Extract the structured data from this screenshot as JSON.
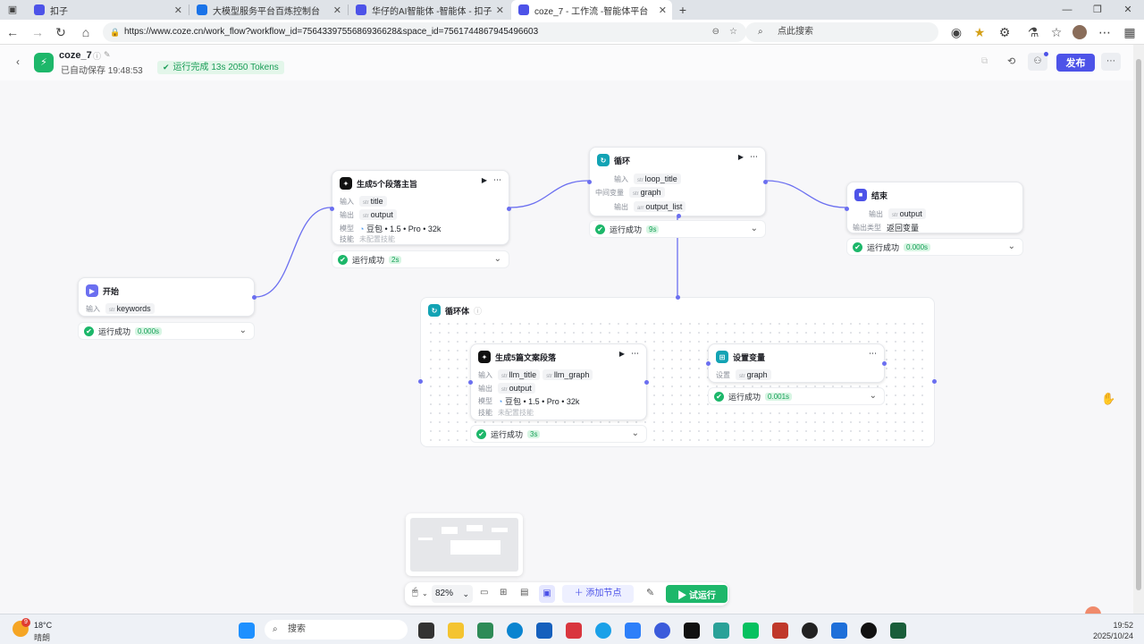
{
  "browser": {
    "tabs": [
      {
        "label": "扣子"
      },
      {
        "label": "大模型服务平台百炼控制台"
      },
      {
        "label": "华仔的AI智能体 -智能体 - 扣子"
      },
      {
        "label": "coze_7 - 工作流 -智能体平台"
      }
    ],
    "new_tab_label": "+",
    "url": "https://www.coze.cn/work_flow?workflow_id=7564339755686936628&space_id=7561744867945496603",
    "search_placeholder": "点此搜索"
  },
  "header": {
    "title": "coze_7",
    "autosave": "已自动保存 19:48:53",
    "run_status": "运行完成 13s  2050 Tokens",
    "publish_label": "发布"
  },
  "nodes": {
    "start": {
      "title": "开始",
      "input_label": "输入",
      "input_value": "keywords",
      "status": "运行成功",
      "time": "0.000s"
    },
    "gen5": {
      "title": "生成5个段落主旨",
      "input_label": "输入",
      "input_value": "title",
      "output_label": "输出",
      "output_value": "output",
      "model_label": "模型",
      "model_value": "豆包 • 1.5 • Pro • 32k",
      "skill_label": "技能",
      "skill_value": "未配置技能",
      "status": "运行成功",
      "time": "2s"
    },
    "loop": {
      "title": "循环",
      "input_label": "输入",
      "input_value": "loop_title",
      "mid_label": "中间变量",
      "mid_value": "graph",
      "output_label": "输出",
      "output_value": "output_list",
      "status": "运行成功",
      "time": "9s"
    },
    "end": {
      "title": "结束",
      "output_label": "输出",
      "output_value": "output",
      "type_label": "输出类型",
      "type_value": "返回变量",
      "status": "运行成功",
      "time": "0.000s"
    },
    "loopbody": {
      "title": "循环体"
    },
    "copy": {
      "title": "生成5篇文案段落",
      "input_label": "输入",
      "input_value_1": "llm_title",
      "input_value_2": "llm_graph",
      "output_label": "输出",
      "output_value": "output",
      "model_label": "模型",
      "model_value": "豆包 • 1.5 • Pro • 32k",
      "skill_label": "技能",
      "skill_value": "未配置技能",
      "status": "运行成功",
      "time": "3s"
    },
    "setvar": {
      "title": "设置变量",
      "set_label": "设置",
      "set_value": "graph",
      "status": "运行成功",
      "time": "0.001s"
    }
  },
  "toolbar": {
    "zoom": "82%",
    "add_node_label": "添加节点",
    "test_run_label": "试运行"
  },
  "taskbar": {
    "temperature": "18°C",
    "weather": "晴朗",
    "weather_badge": "9",
    "search_label": "搜索",
    "time": "19:52",
    "date": "2025/10/24"
  },
  "colors": {
    "accent": "#4d53e8",
    "success": "#1db76a",
    "edge": "#6b6ff0"
  }
}
